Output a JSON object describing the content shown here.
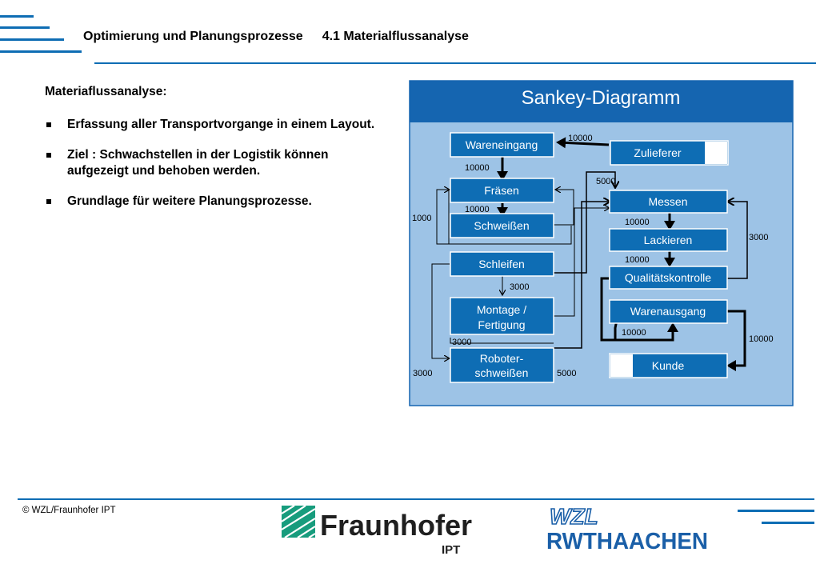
{
  "header": {
    "title": "Optimierung und Planungsprozesse",
    "section": "4.1 Materialflussanalyse"
  },
  "content": {
    "heading": "Materiaflussanalyse:",
    "bullets": [
      "Erfassung aller Transportvorgange in einem Layout.",
      "Ziel : Schwachstellen in der Logistik können aufgezeigt und behoben werden.",
      "Grundlage für weitere Planungsprozesse."
    ]
  },
  "diagram": {
    "title": "Sankey-Diagramm",
    "boxes": {
      "wareneingang": "Wareneingang",
      "zulieferer": "Zulieferer",
      "fraesen": "Fräsen",
      "schweissen": "Schweißen",
      "schleifen": "Schleifen",
      "montage_line1": "Montage /",
      "montage_line2": "Fertigung",
      "roboter_line1": "Roboter-",
      "roboter_line2": "schweißen",
      "messen": "Messen",
      "lackieren": "Lackieren",
      "qualitaet": "Qualitätskontrolle",
      "warenausgang": "Warenausgang",
      "kunde": "Kunde"
    },
    "flow_labels": {
      "zulieferer_wareneingang": "10000",
      "wareneingang_fraesen": "10000",
      "fraesen_schweissen": "10000",
      "loop_left": "1000",
      "to_messen": "5000",
      "schleifen_montage": "3000",
      "montage_out": "3000",
      "roboter_left": "3000",
      "roboter_right": "5000",
      "messen_lackieren": "10000",
      "lackieren_qualitaet": "10000",
      "qualitaet_messen": "3000",
      "qualitaet_warenausgang": "10000",
      "warenausgang_kunde": "10000"
    },
    "colors": {
      "frame": "#1565b0",
      "background": "#9dc3e6",
      "box": "#0e6db4",
      "box_text": "#ffffff"
    }
  },
  "footer": {
    "copyright": "© WZL/Fraunhofer IPT",
    "fraunhofer_name": "Fraunhofer",
    "fraunhofer_sub": "IPT",
    "wzl_text": "WZL",
    "rwth_text": "RWTHAACHEN"
  }
}
